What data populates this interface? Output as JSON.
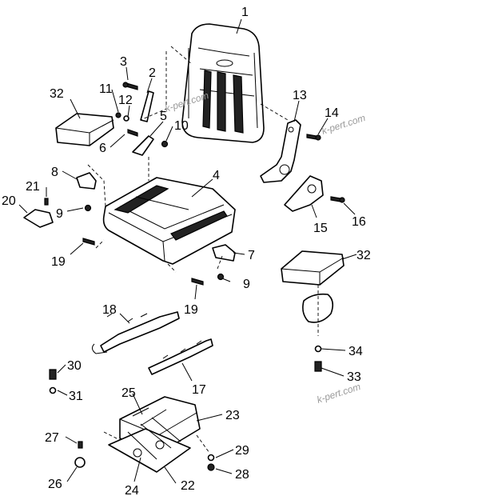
{
  "diagram": {
    "callouts": [
      "1",
      "2",
      "3",
      "4",
      "5",
      "6",
      "7",
      "8",
      "9",
      "9",
      "10",
      "11",
      "12",
      "13",
      "14",
      "15",
      "16",
      "17",
      "18",
      "19",
      "19",
      "20",
      "21",
      "22",
      "23",
      "24",
      "25",
      "26",
      "27",
      "28",
      "29",
      "30",
      "31",
      "32",
      "32",
      "33",
      "34"
    ],
    "watermarks": [
      "k-pert.com",
      "k-pert.com",
      "k-pert.com"
    ]
  }
}
